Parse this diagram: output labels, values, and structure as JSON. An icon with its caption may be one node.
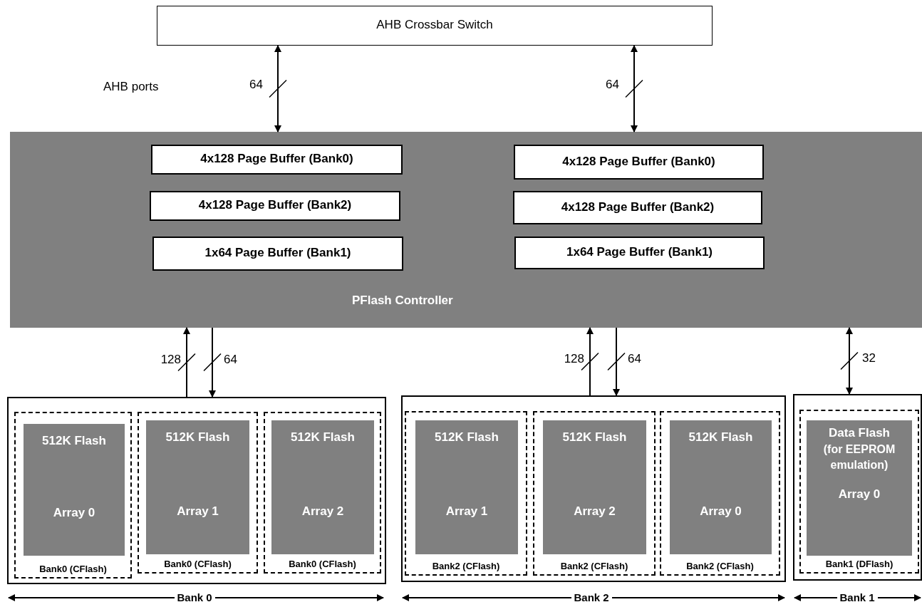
{
  "diagram": {
    "nodes": [
      {
        "text": [
          "AHB Crossbar Switch"
        ]
      },
      {
        "text": [
          "PFlash Controller"
        ]
      },
      {
        "text": [
          "4x128 Page Buffer (Bank0)"
        ],
        "in": 1
      },
      {
        "text": [
          "4x128 Page Buffer (Bank2)"
        ],
        "in": 1
      },
      {
        "text": [
          "1x64 Page Buffer (Bank1)"
        ],
        "in": 1
      },
      {
        "text": [
          "4x128 Page Buffer (Bank0)"
        ],
        "in": 1
      },
      {
        "text": [
          "4x128 Page Buffer (Bank2)"
        ],
        "in": 1
      },
      {
        "text": [
          "1x64 Page Buffer (Bank1)"
        ],
        "in": 1
      },
      {
        "text": [],
        "shape": "box"
      },
      {
        "text": [
          "Bank0 (CFlash)"
        ],
        "in": 8
      },
      {
        "text": [
          "512K Flash",
          "Array 0"
        ],
        "in": 9
      },
      {
        "text": [
          "Bank0 (CFlash)"
        ],
        "in": 8
      },
      {
        "text": [
          "512K Flash",
          "Array 1"
        ],
        "in": 11
      },
      {
        "text": [
          "Bank0 (CFlash)"
        ],
        "in": 8
      },
      {
        "text": [
          "512K Flash",
          "Array 2"
        ],
        "in": 13
      },
      {
        "text": [],
        "shape": "box"
      },
      {
        "text": [
          "Bank2 (CFlash)"
        ],
        "in": 15
      },
      {
        "text": [
          "512K Flash",
          "Array 1"
        ],
        "in": 16
      },
      {
        "text": [
          "Bank2 (CFlash)"
        ],
        "in": 15
      },
      {
        "text": [
          "512K Flash",
          "Array 2"
        ],
        "in": 18
      },
      {
        "text": [
          "Bank2 (CFlash)"
        ],
        "in": 15
      },
      {
        "text": [
          "512K Flash",
          "Array 0"
        ],
        "in": 20
      },
      {
        "text": [],
        "shape": "box"
      },
      {
        "text": [
          "Bank1 (DFlash)"
        ],
        "in": 22
      },
      {
        "text": [
          "Data Flash",
          "(for EEPROM emulation)",
          "Array 0"
        ],
        "in": 23
      }
    ],
    "edges": [
      {
        "from": 0,
        "to": 1,
        "arrow": "both",
        "label": "64"
      },
      {
        "from": 0,
        "to": 1,
        "arrow": "both",
        "label": "64"
      },
      {
        "from": 8,
        "to": 1,
        "arrow": "to",
        "label": "128"
      },
      {
        "from": 1,
        "to": 8,
        "arrow": "to",
        "label": "64"
      },
      {
        "from": 15,
        "to": 1,
        "arrow": "to",
        "label": "128"
      },
      {
        "from": 1,
        "to": 15,
        "arrow": "to",
        "label": "64"
      },
      {
        "from": 1,
        "to": 22,
        "arrow": "both",
        "label": "32"
      }
    ],
    "labels": [
      "AHB ports",
      "Bank 0",
      "Bank 2",
      "Bank 1"
    ]
  }
}
